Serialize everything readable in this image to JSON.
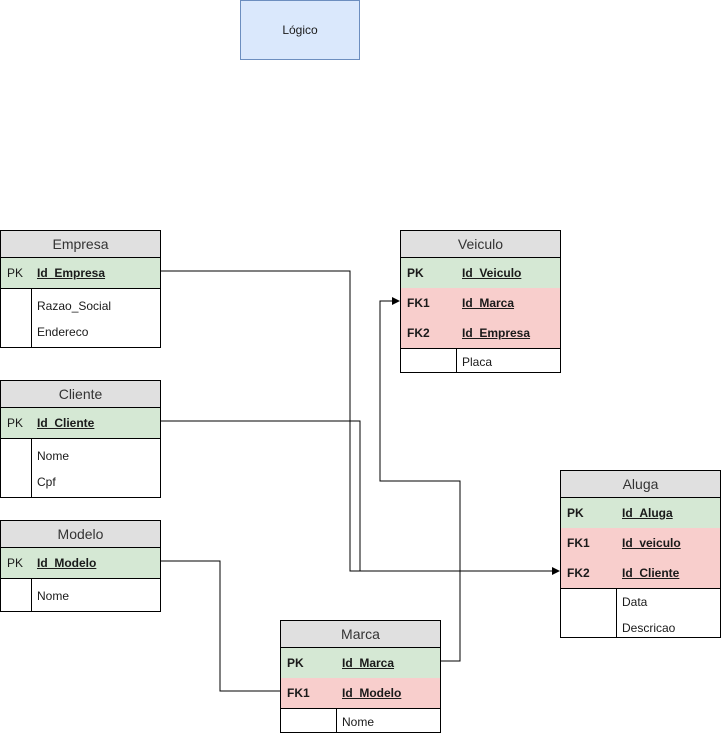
{
  "title": "Lógico",
  "entities": {
    "empresa": {
      "name": "Empresa",
      "rows": [
        {
          "key": "PK",
          "field": "Id_Empresa"
        },
        {
          "key": "",
          "field": "Razao_Social"
        },
        {
          "key": "",
          "field": "Endereco"
        }
      ]
    },
    "cliente": {
      "name": "Cliente",
      "rows": [
        {
          "key": "PK",
          "field": "Id_Cliente"
        },
        {
          "key": "",
          "field": "Nome"
        },
        {
          "key": "",
          "field": "Cpf"
        }
      ]
    },
    "modelo": {
      "name": "Modelo",
      "rows": [
        {
          "key": "PK",
          "field": "Id_Modelo"
        },
        {
          "key": "",
          "field": "Nome"
        }
      ]
    },
    "veiculo": {
      "name": "Veiculo",
      "rows": [
        {
          "key": "PK",
          "field": "Id_Veiculo"
        },
        {
          "key": "FK1",
          "field": "Id_Marca"
        },
        {
          "key": "FK2",
          "field": "Id_Empresa"
        },
        {
          "key": "",
          "field": "Placa"
        }
      ]
    },
    "aluga": {
      "name": "Aluga",
      "rows": [
        {
          "key": "PK",
          "field": "Id_Aluga"
        },
        {
          "key": "FK1",
          "field": "Id_veiculo"
        },
        {
          "key": "FK2",
          "field": "Id_Cliente"
        },
        {
          "key": "",
          "field": "Data"
        },
        {
          "key": "",
          "field": "Descricao"
        }
      ]
    },
    "marca": {
      "name": "Marca",
      "rows": [
        {
          "key": "PK",
          "field": "Id_Marca"
        },
        {
          "key": "FK1",
          "field": "Id_Modelo"
        },
        {
          "key": "",
          "field": "Nome"
        }
      ]
    }
  },
  "colors": {
    "title_fill": "#dae8fc",
    "title_stroke": "#6c8ebf",
    "header_fill": "#e0e0e0",
    "pk_fill": "#d5e8d4",
    "fk_fill": "#f8cecc"
  }
}
